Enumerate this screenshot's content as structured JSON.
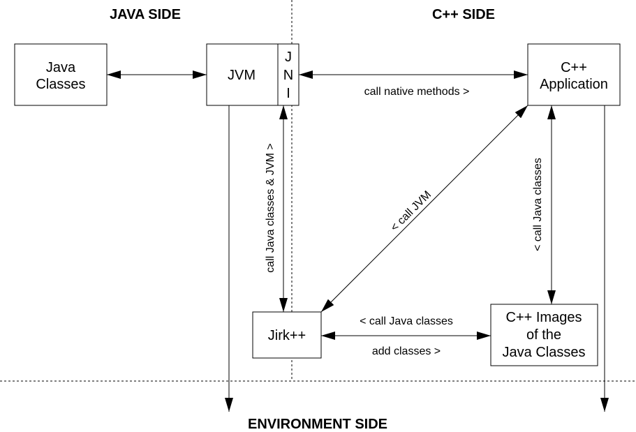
{
  "sides": {
    "java": "JAVA SIDE",
    "cpp": "C++ SIDE",
    "environment": "ENVIRONMENT SIDE"
  },
  "boxes": {
    "java_classes": [
      "Java",
      "Classes"
    ],
    "jvm": "JVM",
    "jni": [
      "J",
      "N",
      "I"
    ],
    "cpp_application": [
      "C++",
      "Application"
    ],
    "jirk": "Jirk++",
    "cpp_images": [
      "C++ Images",
      "of the",
      "Java Classes"
    ]
  },
  "labels": {
    "call_native_methods": "call native methods >",
    "call_java_classes_and_jvm": "call Java classes & JVM >",
    "call_jvm": "< call JVM",
    "call_java_classes_vertical": "< call Java classes",
    "call_java_classes_horizontal": "< call Java classes",
    "add_classes": "add classes >"
  },
  "colors": {
    "stroke": "#000000",
    "background": "#ffffff"
  }
}
